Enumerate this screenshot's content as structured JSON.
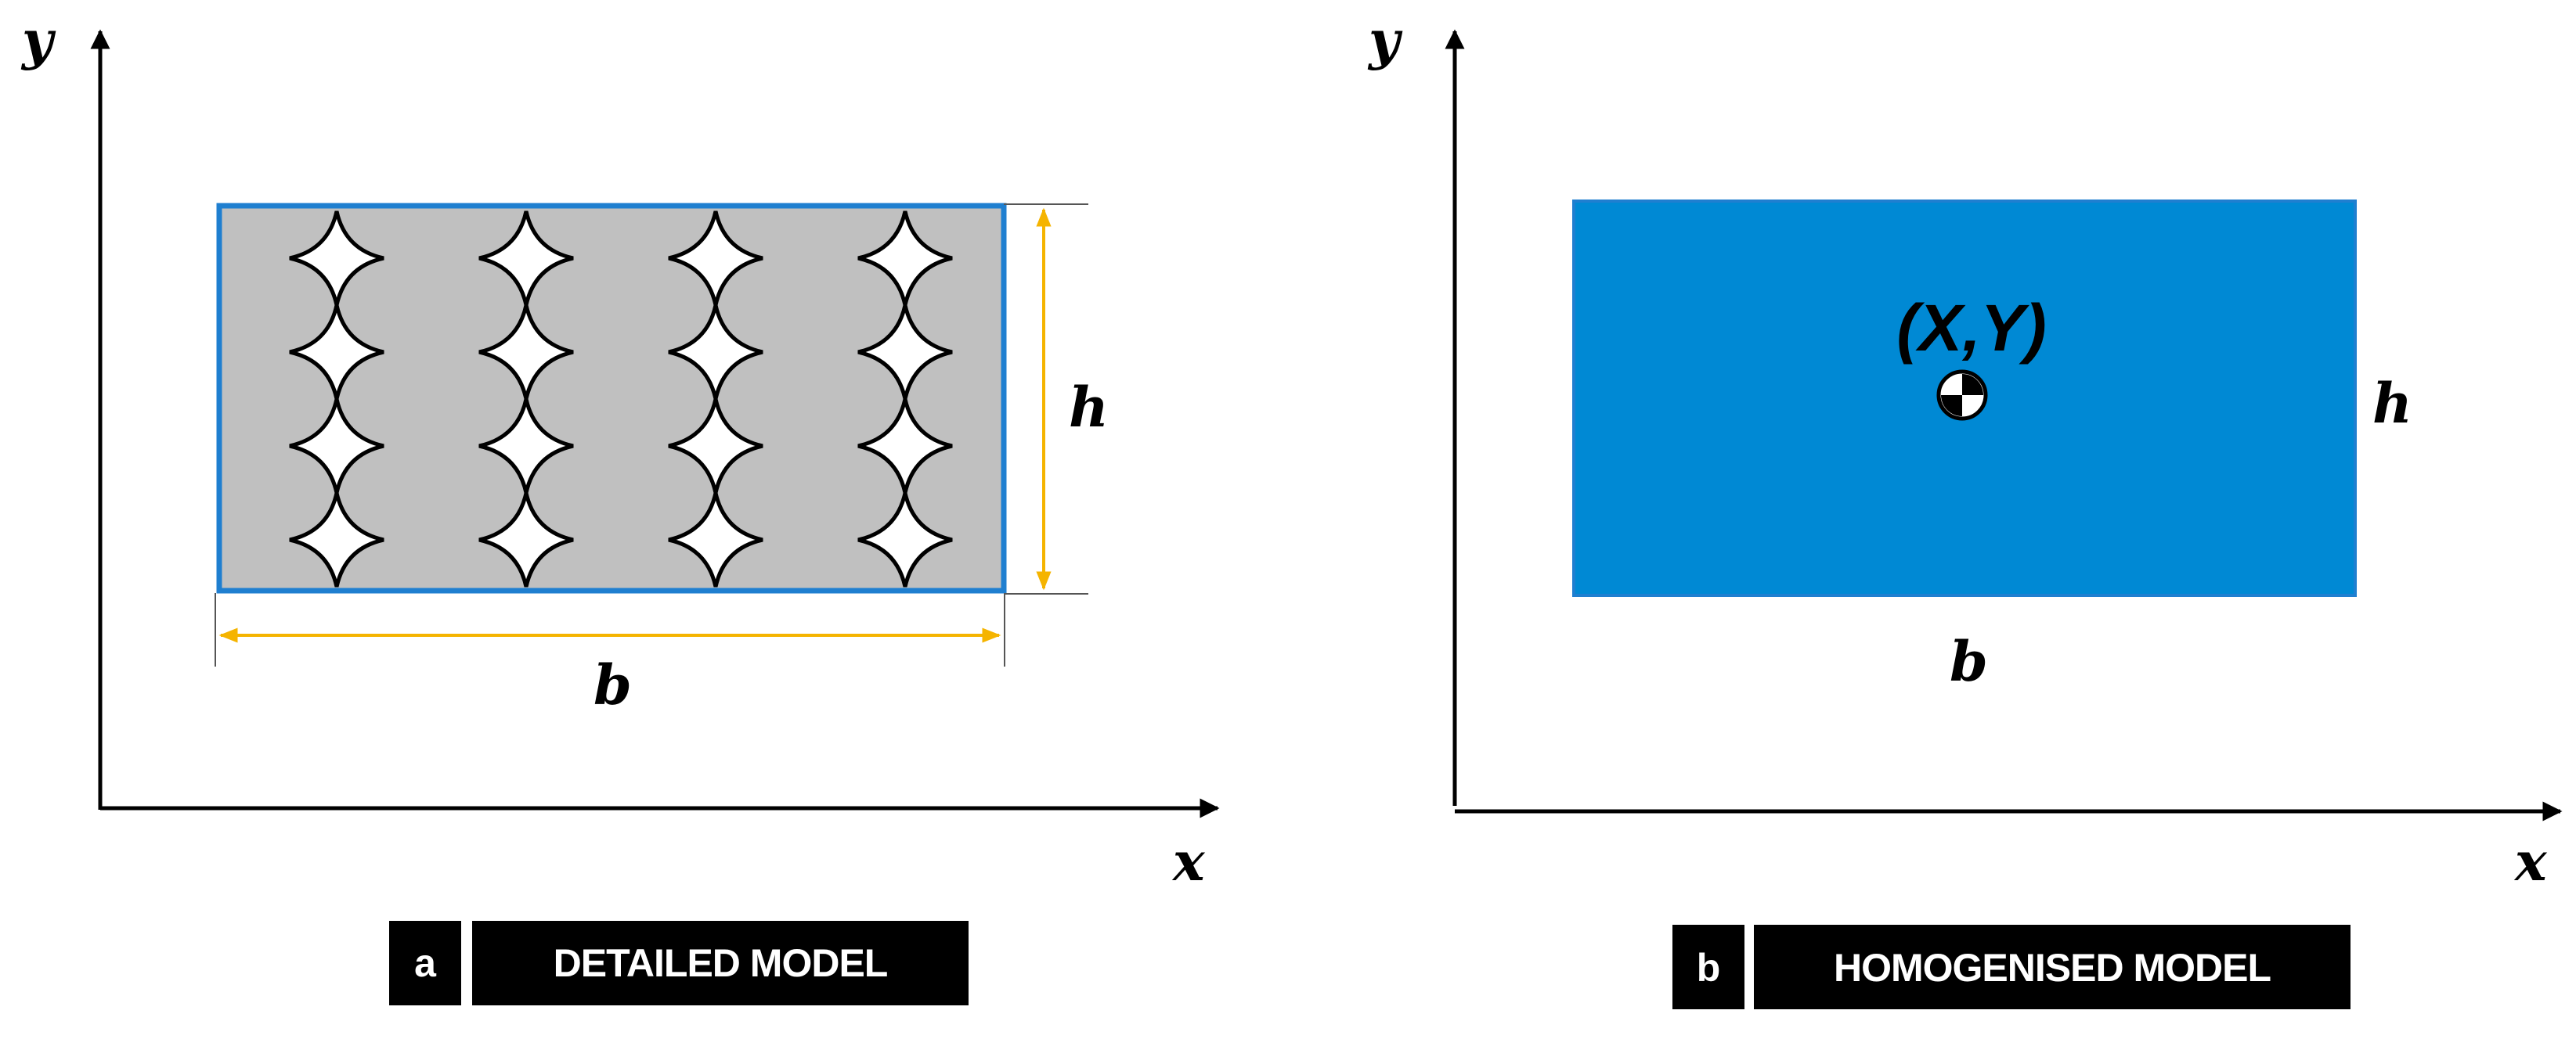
{
  "panel_a": {
    "y_axis_label": "y",
    "x_axis_label": "x",
    "height_label": "h",
    "width_label": "b",
    "caption_letter": "a",
    "caption_title": "DETAILED MODEL",
    "fill_color": "#c0c0c0",
    "border_color": "#1f7fd0",
    "dimension_color": "#f5b400",
    "hole_rows": 4,
    "hole_columns": 4
  },
  "panel_b": {
    "y_axis_label": "y",
    "x_axis_label": "x",
    "height_label": "h",
    "width_label": "b",
    "centroid_label": "(X,Y)",
    "caption_letter": "b",
    "caption_title": "HOMOGENISED MODEL",
    "fill_color": "#0089d4",
    "border_color": "#1f7fd0"
  },
  "colors": {
    "axis": "#000000",
    "caption_background": "#000000",
    "caption_text": "#ffffff"
  }
}
